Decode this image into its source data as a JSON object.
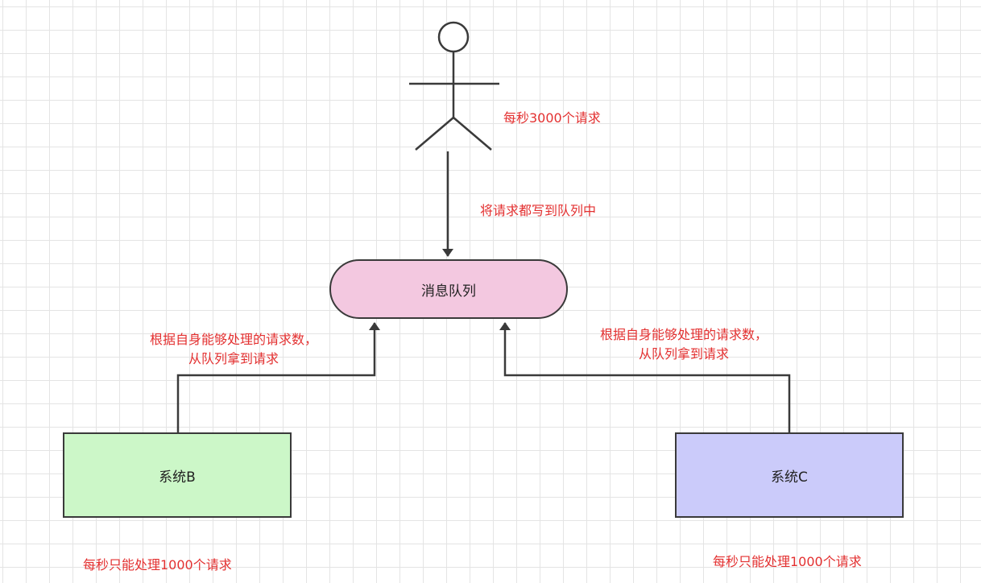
{
  "nodes": {
    "queue": "消息队列",
    "system_b": "系统B",
    "system_c": "系统C"
  },
  "annotations": {
    "user_rate": "每秒3000个请求",
    "write_to_queue": "将请求都写到队列中",
    "pull_left": [
      "根据自身能够处理的请求数，",
      "从队列拿到请求"
    ],
    "pull_right": [
      "根据自身能够处理的请求数，",
      "从队列拿到请求"
    ],
    "system_b_capacity": "每秒只能处理1000个请求",
    "system_c_capacity": "每秒只能处理1000个请求"
  },
  "colors": {
    "queue_fill": "#f3c8e0",
    "system_b_fill": "#ccf7c8",
    "system_c_fill": "#cbcbfa",
    "annotation_text": "#e33030",
    "stroke": "#3a3a3a"
  }
}
